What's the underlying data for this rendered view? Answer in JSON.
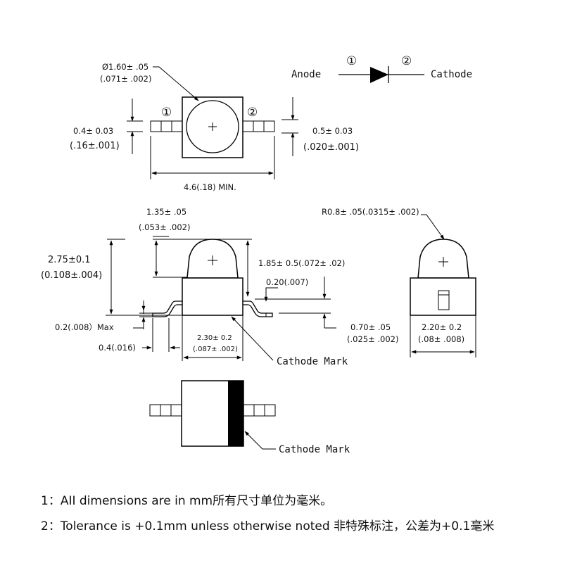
{
  "top_view": {
    "lens_diameter": "Ø1.60± .05",
    "lens_diameter_in": "(.071± .002)",
    "pin1_marker": "①",
    "pin2_marker": "②",
    "left_lead_width": "0.4± 0.03",
    "left_lead_width_in": "(.16±.001)",
    "right_lead_width": "0.5± 0.03",
    "right_lead_width_in": "(.020±.001)",
    "overall_length": "4.6(.18) MIN."
  },
  "symbol": {
    "anode_label": "Anode",
    "cathode_label": "Cathode",
    "pin1_marker": "①",
    "pin2_marker": "②"
  },
  "side_view": {
    "dome_width": "1.35± .05",
    "dome_width_in": "(.053± .002)",
    "total_height": "2.75±0.1",
    "total_height_in": "(0.108±.004)",
    "dome_height": "1.85± 0.5(.072± .02)",
    "lead_thickness": "0.20(.007)",
    "standoff": "0.2(.008）Max",
    "lead_length": "0.4(.016)",
    "body_width": "2.30± 0.2",
    "body_width_in": "(.087± .002)",
    "lead_offset": "0.70± .05",
    "lead_offset_in": "(.025± .002)",
    "cathode_mark_label": "Cathode Mark"
  },
  "end_view": {
    "dome_radius": "R0.8± .05(.0315± .002)",
    "body_width": "2.20± 0.2",
    "body_width_in": "(.08± .008)"
  },
  "bottom_view": {
    "cathode_mark_label": "Cathode Mark"
  },
  "notes": [
    "1：AII dimensions are in mm所有尺寸单位为毫米。",
    "2：Tolerance is +0.1mm unless otherwise noted 非特殊标注，公差为+0.1毫米"
  ]
}
